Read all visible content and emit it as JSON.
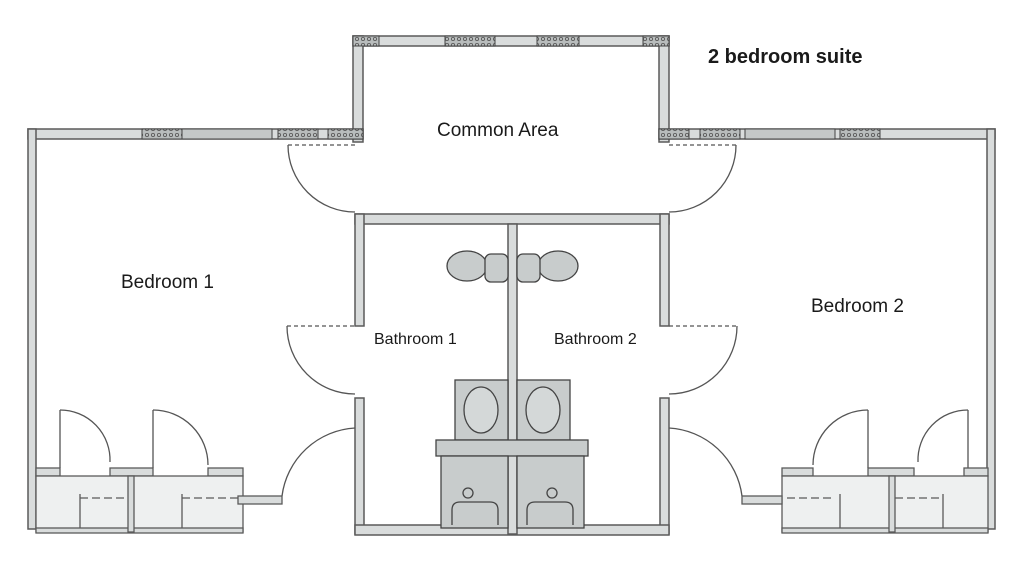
{
  "title": "2 bedroom suite",
  "rooms": {
    "common_area": "Common Area",
    "bedroom1": "Bedroom 1",
    "bedroom2": "Bedroom 2",
    "bathroom1": "Bathroom 1",
    "bathroom2": "Bathroom 2"
  },
  "colors": {
    "wall_fill": "#d9dcdc",
    "wall_stroke": "#5a5a5a",
    "fixture_fill": "#c8cccc",
    "background": "#ffffff"
  }
}
